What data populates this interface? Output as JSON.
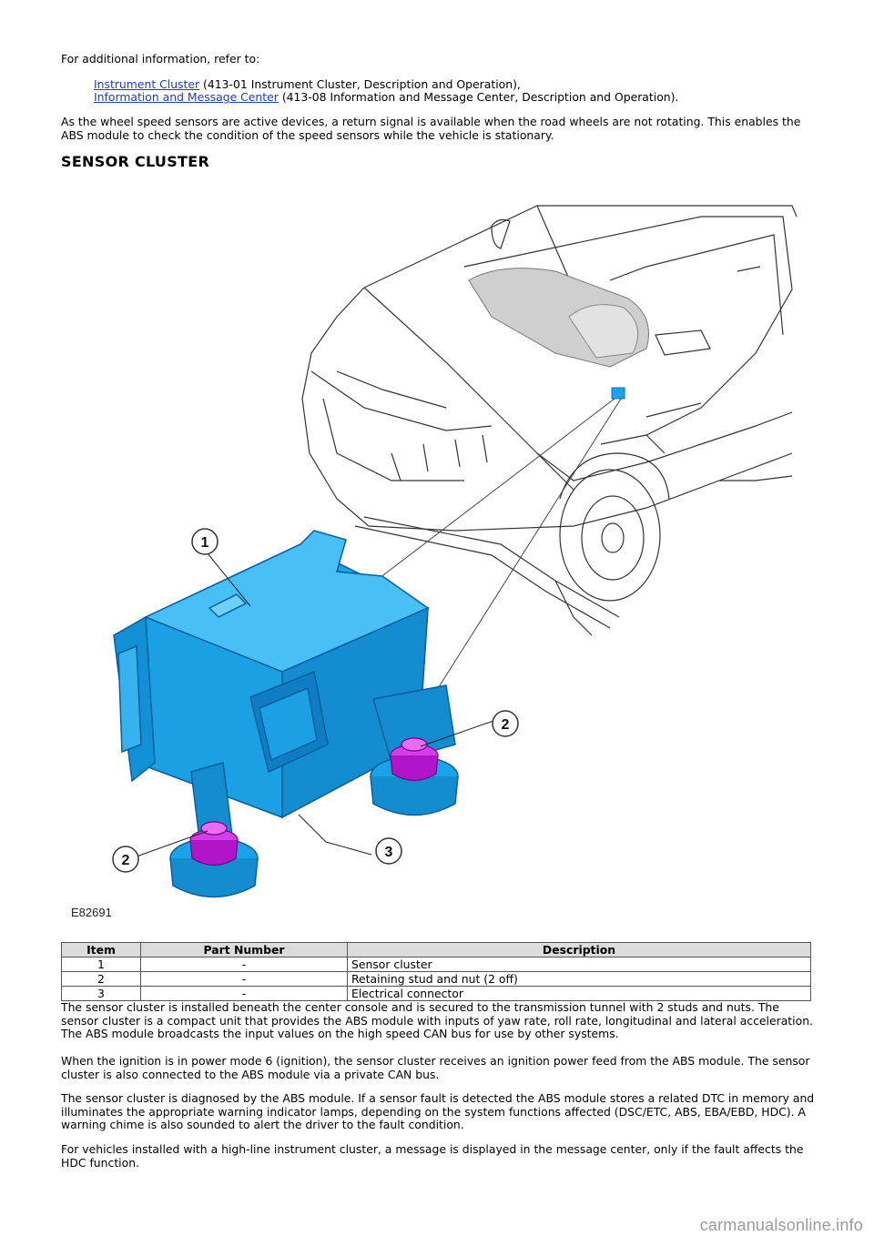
{
  "intro": {
    "lead": "For additional information, refer to:",
    "refs": [
      {
        "link": "Instrument Cluster",
        "rest": " (413-01 Instrument Cluster, Description and Operation),"
      },
      {
        "link": "Information and Message Center",
        "rest": " (413-08 Information and Message Center, Description and Operation)."
      }
    ],
    "para": "As the wheel speed sensors are active devices, a return signal is available when the road wheels are not rotating. This enables the ABS module to check the condition of the speed sensors while the vehicle is stationary."
  },
  "section_title": "SENSOR CLUSTER",
  "figure": {
    "label": "E82691",
    "callouts": [
      "1",
      "2",
      "3",
      "2"
    ],
    "colors": {
      "module": "#1aa3e8",
      "module_dark": "#0a6fb8",
      "nut": "#b214c9"
    }
  },
  "table": {
    "headers": [
      "Item",
      "Part Number",
      "Description"
    ],
    "rows": [
      [
        "1",
        "-",
        "Sensor cluster"
      ],
      [
        "2",
        "-",
        "Retaining stud and nut (2 off)"
      ],
      [
        "3",
        "-",
        "Electrical connector"
      ]
    ]
  },
  "body": {
    "p1": "The sensor cluster is installed beneath the center console and is secured to the transmission tunnel with 2 studs and nuts. The sensor cluster is a compact unit that provides the ABS module with inputs of yaw rate, roll rate, longitudinal and lateral acceleration. The ABS module broadcasts the input values on the high speed CAN bus for use by other systems.",
    "p2": "When the ignition is in power mode 6 (ignition), the sensor cluster receives an ignition power feed from the ABS module. The sensor cluster is also connected to the ABS module via a private CAN bus.",
    "p3": "The sensor cluster is diagnosed by the ABS module. If a sensor fault is detected the ABS module stores a related DTC in memory and illuminates the appropriate warning indicator lamps, depending on the system functions affected (DSC/ETC, ABS, EBA/EBD, HDC). A warning chime is also sounded to alert the driver to the fault condition.",
    "p4": "For vehicles installed with a high-line instrument cluster, a message is displayed in the message center, only if the fault affects the HDC function."
  },
  "watermark": "carmanualsonline.info"
}
